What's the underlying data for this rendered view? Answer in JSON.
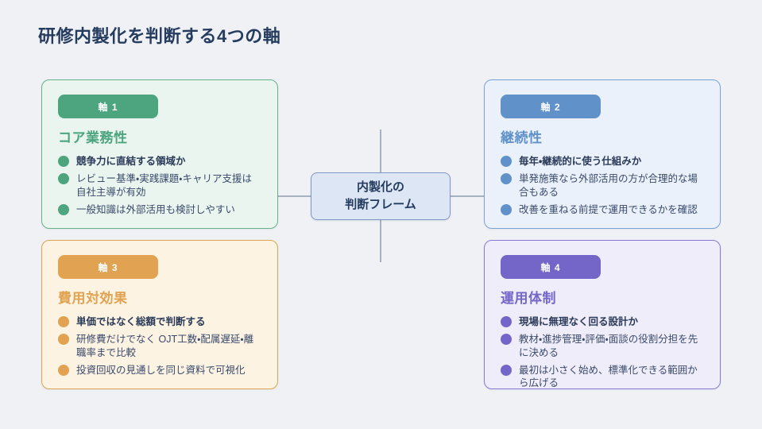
{
  "page": {
    "title": "研修内製化を判断する4つの軸",
    "background": "#eff1f5",
    "title_color": "#263c5f"
  },
  "center_node": {
    "line1": "内製化の",
    "line2": "判断フレーム",
    "bg": "#dce6f4",
    "border": "#8097c0"
  },
  "connector_color": "#a8b1c2",
  "cards": [
    {
      "id": "core-business",
      "badge": "軸 1",
      "title": "コア業務性",
      "accent": "#4ca57e",
      "border": "#66b189",
      "bg": "#eaf5ef",
      "bullets": [
        {
          "text": "競争力に直結する領域か",
          "bold": true
        },
        {
          "text": "レビュー基準・実践課題・キャリア支援は自社主導が有効",
          "bold": false
        },
        {
          "text": "一般知識は外部活用も検討しやすい",
          "bold": false
        }
      ]
    },
    {
      "id": "continuity",
      "badge": "軸 2",
      "title": "継続性",
      "accent": "#6091c9",
      "border": "#78a3d8",
      "bg": "#eaf1fa",
      "bullets": [
        {
          "text": "毎年・継続的に使う仕組みか",
          "bold": true
        },
        {
          "text": "単発施策なら外部活用の方が合理的な場合もある",
          "bold": false
        },
        {
          "text": "改善を重ねる前提で運用できるかを確認",
          "bold": false
        }
      ]
    },
    {
      "id": "cost-effectiveness",
      "badge": "軸 3",
      "title": "費用対効果",
      "accent": "#e1a351",
      "border": "#dfa355",
      "bg": "#fcf3e3",
      "bullets": [
        {
          "text": "単価ではなく総額で判断する",
          "bold": true
        },
        {
          "text": "研修費だけでなく OJT工数・配属遅延・離職率まで比較",
          "bold": false
        },
        {
          "text": "投資回収の見通しを同じ資料で可視化",
          "bold": false
        }
      ]
    },
    {
      "id": "operation-structure",
      "badge": "軸 4",
      "title": "運用体制",
      "accent": "#7466c8",
      "border": "#8977d4",
      "bg": "#f0edfa",
      "bullets": [
        {
          "text": "現場に無理なく回る設計か",
          "bold": true
        },
        {
          "text": "教材・進捗管理・評価・面談の役割分担を先に決める",
          "bold": false
        },
        {
          "text": "最初は小さく始め、標準化できる範囲から広げる",
          "bold": false
        }
      ]
    }
  ]
}
